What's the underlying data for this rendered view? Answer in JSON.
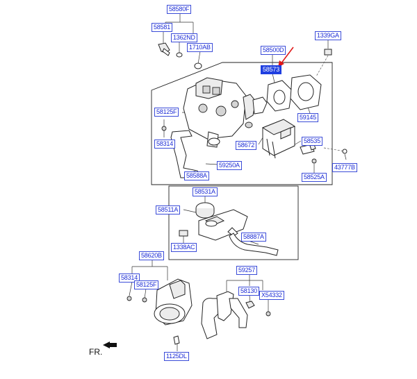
{
  "labels": {
    "p58580F": "58580F",
    "p58581": "58581",
    "p1362ND": "1362ND",
    "p1710AB": "1710AB",
    "p58500D": "58500D",
    "p58573": "58573",
    "p1339GA": "1339GA",
    "p58125F_a": "58125F",
    "p59145": "59145",
    "p58314_a": "58314",
    "p58672": "58672",
    "p58535": "58535",
    "p59250A": "59250A",
    "p43777B": "43777B",
    "p58588A": "58588A",
    "p58525A": "58525A",
    "p58531A": "58531A",
    "p58511A": "58511A",
    "p58887A": "58887A",
    "p1338AC": "1338AC",
    "p58620B": "58620B",
    "p59257": "59257",
    "p58314_b": "58314",
    "p58125F_b": "58125F",
    "p58130": "58130",
    "pX54332": "X54332",
    "p1125DL": "1125DL"
  },
  "direction_label": "FR.",
  "colors": {
    "label_text": "#1b2bd6",
    "label_border": "#3a4bd8",
    "selected_fill": "#1f3fe0",
    "pointer_arrow": "#e01818"
  }
}
